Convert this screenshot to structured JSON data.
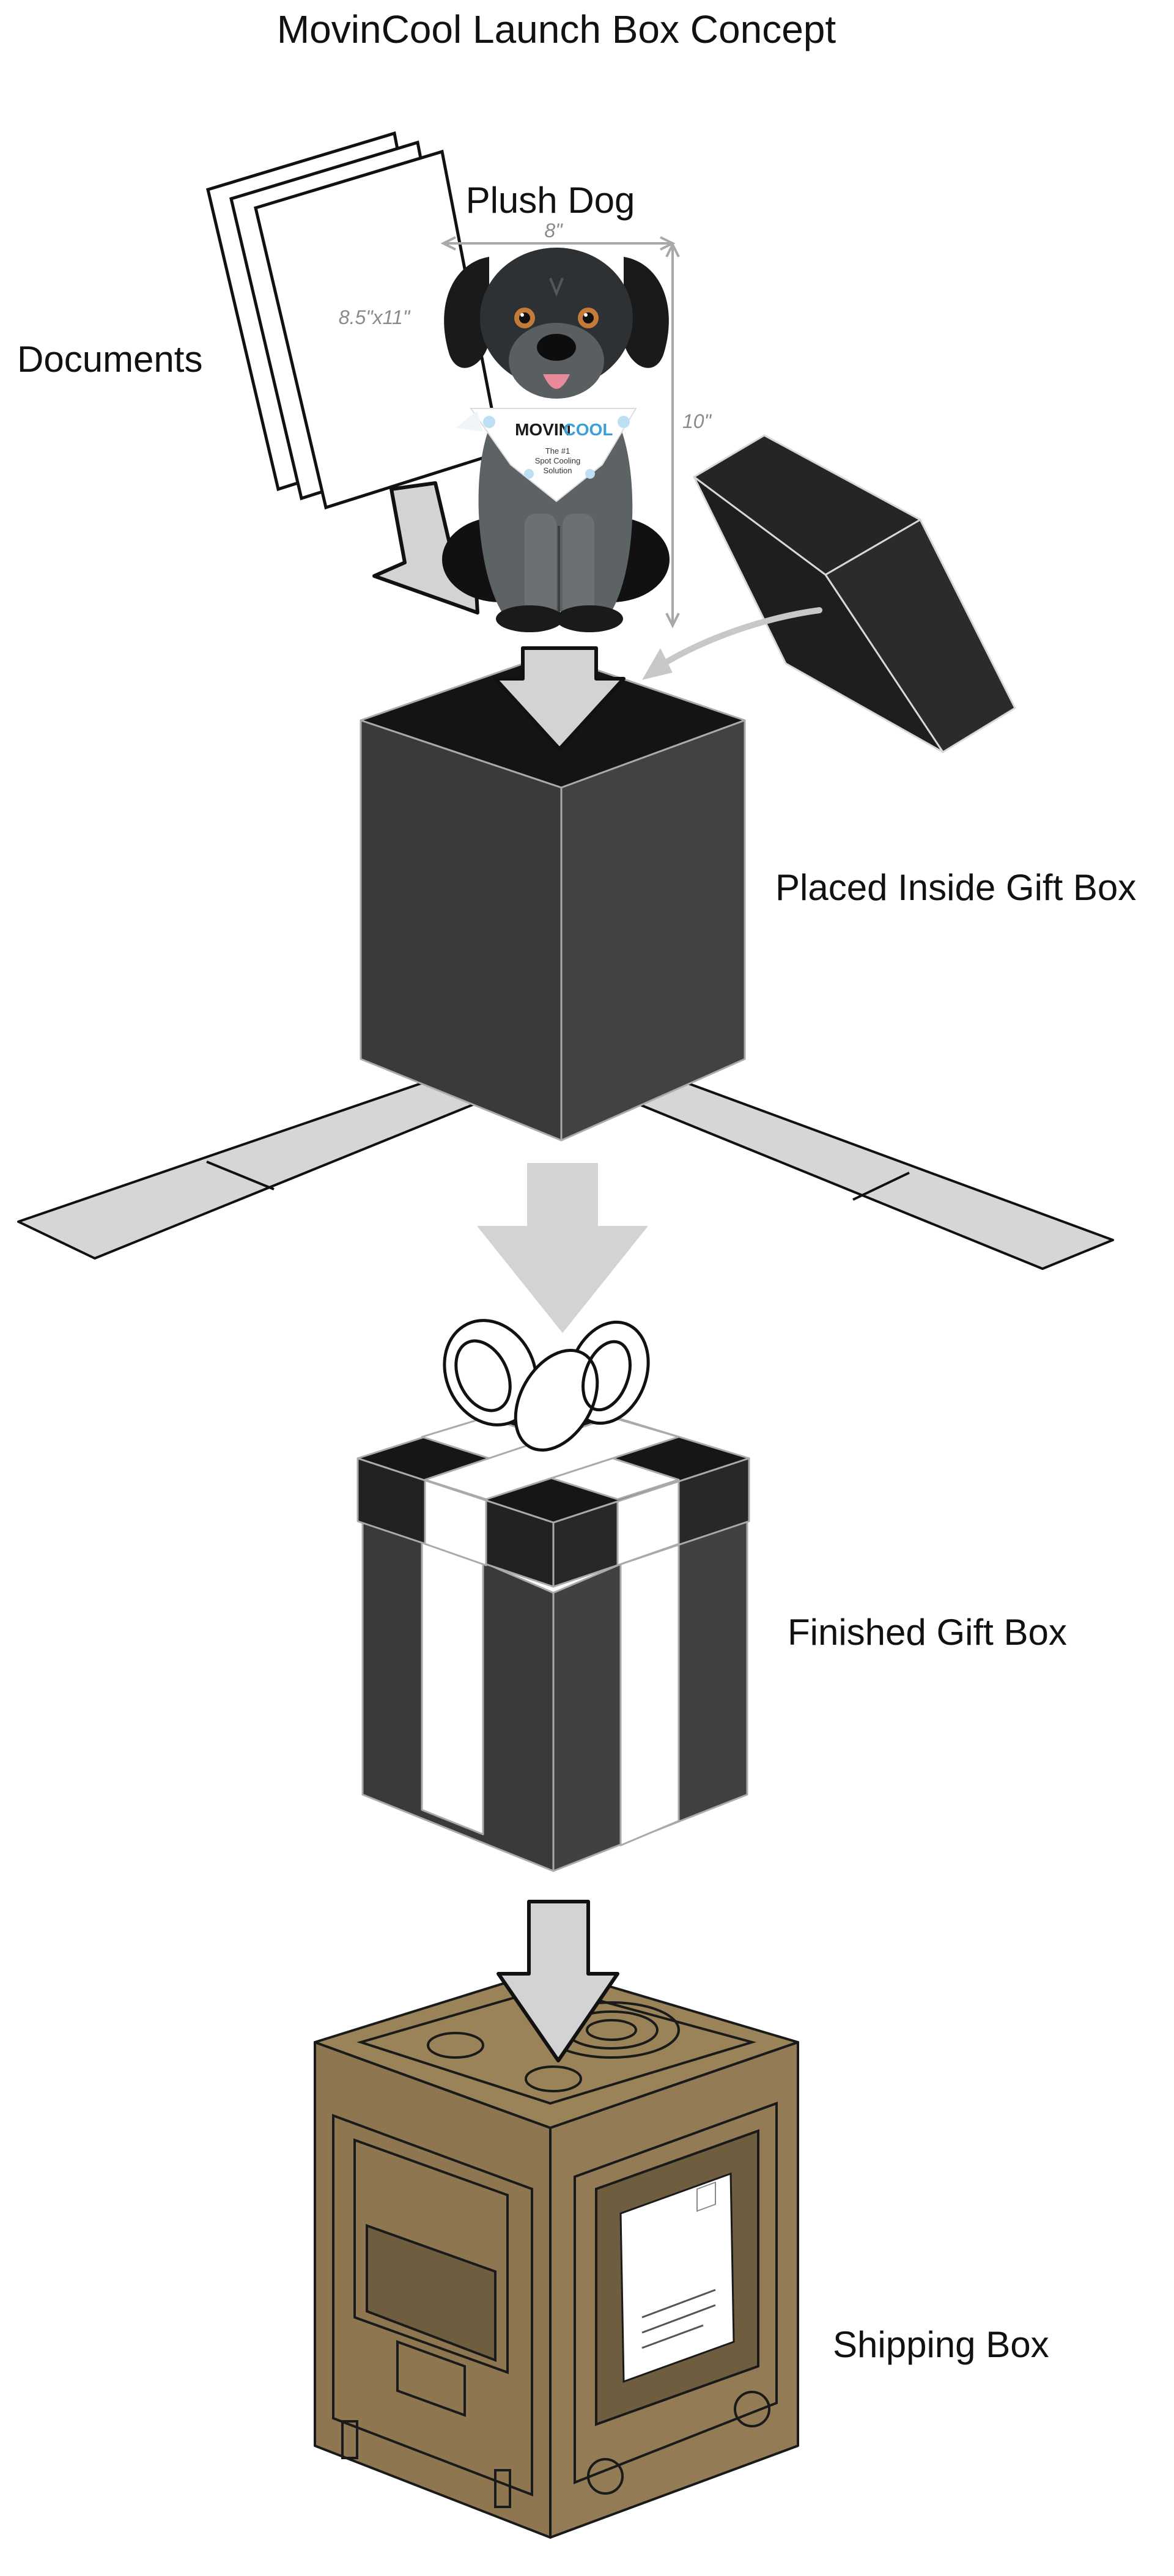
{
  "title": "MovinCool Launch Box Concept",
  "labels": {
    "documents": "Documents",
    "plush_dog": "Plush Dog",
    "placed_inside": "Placed Inside Gift Box",
    "finished": "Finished Gift Box",
    "shipping": "Shipping Box"
  },
  "dimensions": {
    "paper_size": "8.5\"x11\"",
    "dog_width": "8\"",
    "dog_height": "10\""
  },
  "bandana": {
    "brand_a": "MOVIN",
    "brand_b": "COOL",
    "line1": "The #1",
    "line2": "Spot Cooling",
    "line3": "Solution"
  },
  "colors": {
    "box_dark": "#3b3b3d",
    "box_black": "#222224",
    "arrow_gray": "#d3d3d3",
    "cardboard": "#8b7550",
    "brand_blue": "#3aa0dc"
  }
}
